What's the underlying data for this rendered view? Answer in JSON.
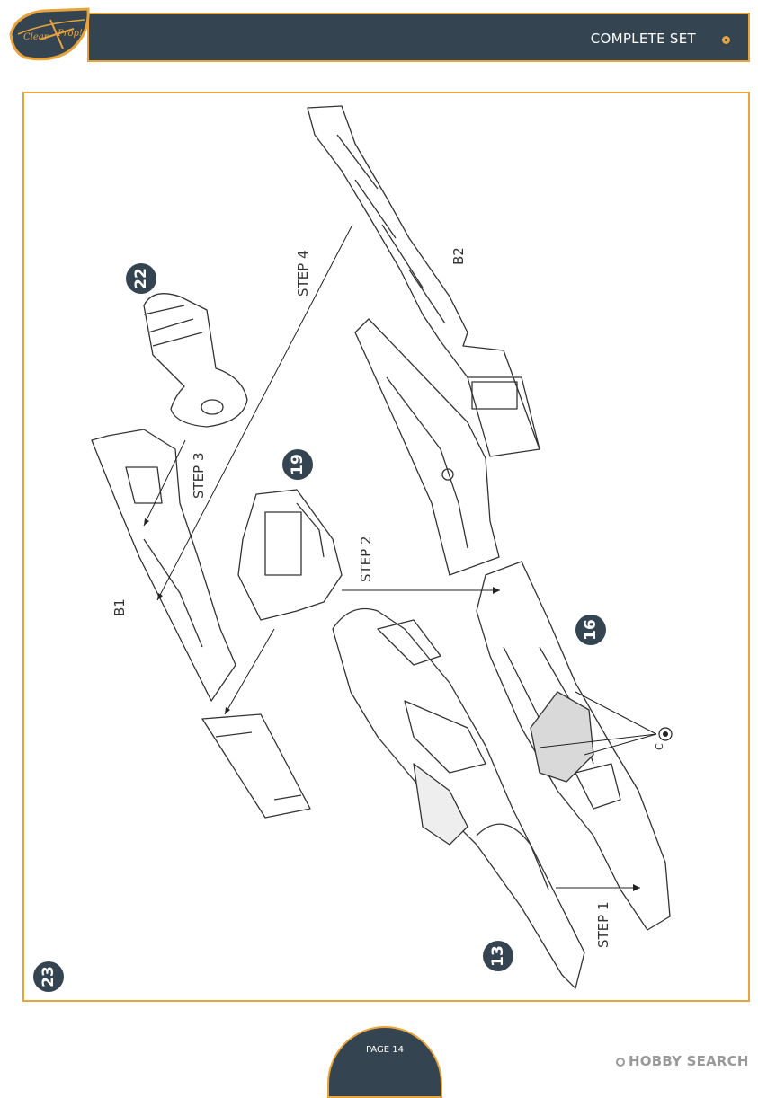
{
  "header": {
    "brand": "Clear Prop!",
    "title": "COMPLETE SET",
    "accent_color": "#e8a33b",
    "bar_color": "#344451"
  },
  "steps": {
    "step1": "STEP 1",
    "step2": "STEP 2",
    "step3": "STEP 3",
    "step4": "STEP 4"
  },
  "parts": {
    "b1": "B1",
    "b2": "B2",
    "c": "C"
  },
  "badges": {
    "b13": "13",
    "b16": "16",
    "b19": "19",
    "b22": "22",
    "b23": "23"
  },
  "footer": {
    "page": "PAGE 14",
    "watermark": "HOBBY SEARCH"
  }
}
